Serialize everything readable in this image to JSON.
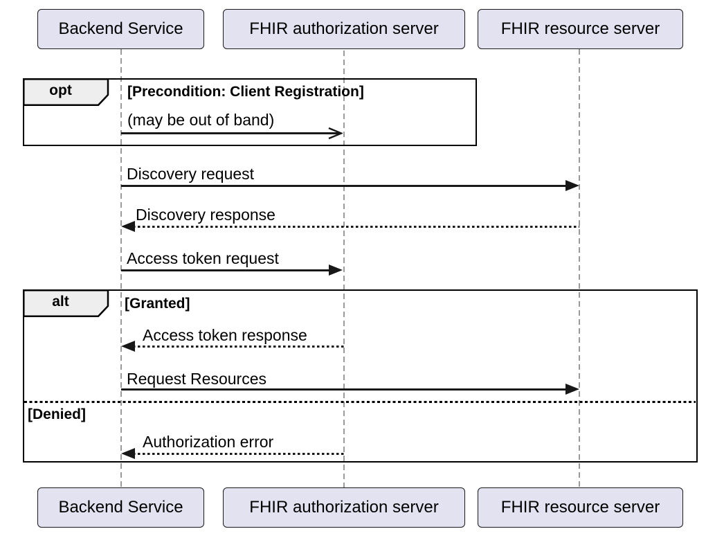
{
  "diagram_type": "uml-sequence-diagram",
  "colors": {
    "background": "#FFFFFF",
    "participant_fill": "#E2E2F0",
    "participant_border": "#181818",
    "fragment_border": "#000000",
    "fragment_header_fill": "#EEEEEE",
    "lifeline": "#9A9A9A",
    "message_line": "#181818",
    "text": "#000000"
  },
  "participants": [
    {
      "name": "Backend Service"
    },
    {
      "name": "FHIR authorization server"
    },
    {
      "name": "FHIR resource server"
    }
  ],
  "fragments": {
    "opt": {
      "operator": "opt",
      "guard": "[Precondition: Client Registration]"
    },
    "alt": {
      "operator": "alt",
      "guard_granted": "[Granted]",
      "guard_denied": "[Denied]"
    }
  },
  "messages": [
    {
      "label": "(may be out of band)",
      "from": "Backend Service",
      "to": "FHIR authorization server",
      "line": "solid",
      "arrowhead": "open"
    },
    {
      "label": "Discovery request",
      "from": "Backend Service",
      "to": "FHIR resource server",
      "line": "solid",
      "arrowhead": "filled"
    },
    {
      "label": "Discovery response",
      "from": "FHIR resource server",
      "to": "Backend Service",
      "line": "dotted",
      "arrowhead": "filled"
    },
    {
      "label": "Access token request",
      "from": "Backend Service",
      "to": "FHIR authorization server",
      "line": "solid",
      "arrowhead": "filled"
    },
    {
      "label": "Access token response",
      "from": "FHIR authorization server",
      "to": "Backend Service",
      "line": "dotted",
      "arrowhead": "filled"
    },
    {
      "label": "Request Resources",
      "from": "Backend Service",
      "to": "FHIR resource server",
      "line": "solid",
      "arrowhead": "filled"
    },
    {
      "label": "Authorization error",
      "from": "FHIR authorization server",
      "to": "Backend Service",
      "line": "dotted",
      "arrowhead": "filled"
    }
  ]
}
